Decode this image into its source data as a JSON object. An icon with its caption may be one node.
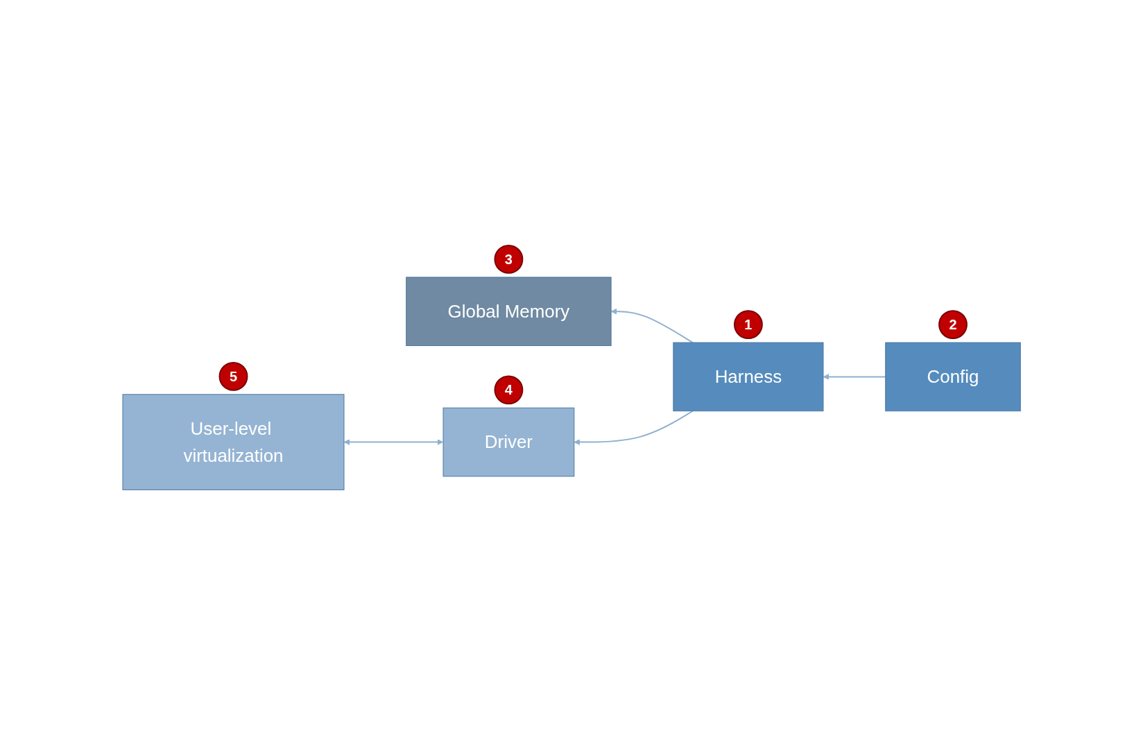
{
  "diagram": {
    "nodes": [
      {
        "text": [
          "Global Memory"
        ],
        "beside": [
          "3"
        ]
      },
      {
        "text": [
          "Harness"
        ],
        "beside": [
          "1"
        ]
      },
      {
        "text": [
          "Config"
        ],
        "beside": [
          "2"
        ]
      },
      {
        "text": [
          "Driver"
        ],
        "beside": [
          "4"
        ]
      },
      {
        "text": [
          "User-level virtualization"
        ],
        "beside": [
          "5"
        ]
      }
    ],
    "edges": [
      {
        "from": 1,
        "to": 0,
        "arrow": "to"
      },
      {
        "from": 2,
        "to": 1,
        "arrow": "to"
      },
      {
        "from": 1,
        "to": 3,
        "arrow": "to"
      },
      {
        "from": 3,
        "to": 4,
        "arrow": "both"
      }
    ]
  }
}
